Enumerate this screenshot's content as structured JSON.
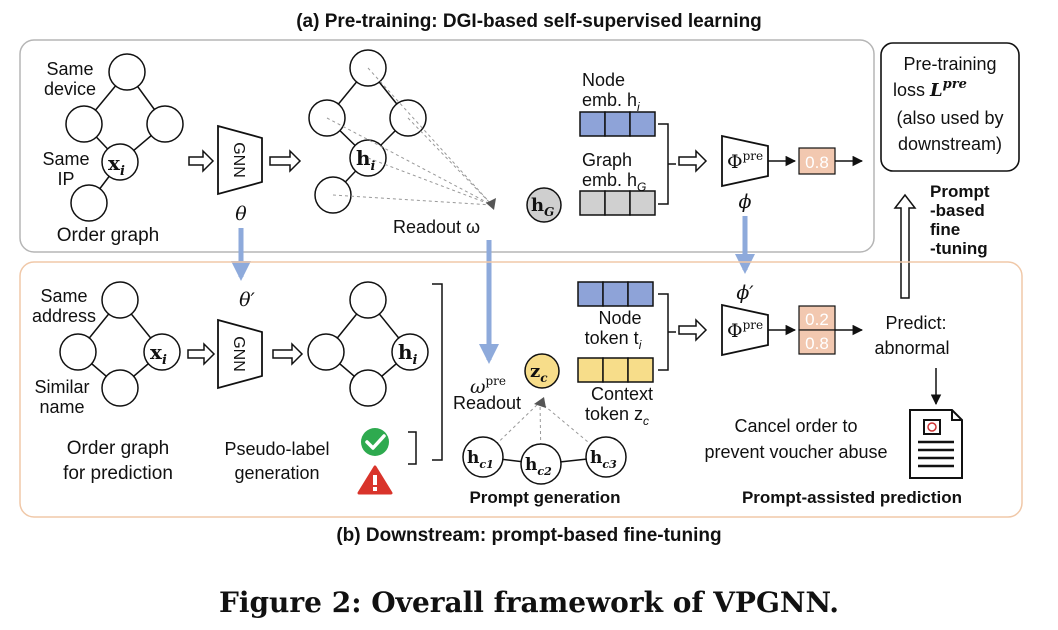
{
  "panel_a": {
    "title": "(a) Pre-training: DGI-based self-supervised learning",
    "same_device": [
      "Same",
      "device"
    ],
    "same_ip": [
      "Same",
      "IP"
    ],
    "node_xi": "x",
    "node_xi_sub": "i",
    "order_graph": "Order graph",
    "gnn": "GNN",
    "theta": "θ",
    "node_hi": "h",
    "node_hi_sub": "i",
    "readout": "Readout ω",
    "hg": "h",
    "hg_sub": "G",
    "node_emb": [
      "Node",
      "emb. h"
    ],
    "node_emb_sub": "i",
    "graph_emb": [
      "Graph",
      "emb. h"
    ],
    "graph_emb_sub": "G",
    "phi_box": "Φ",
    "phi_sup": "pre",
    "phi": "ϕ",
    "score": "0.8"
  },
  "loss_box": {
    "lines": [
      "Pre-training",
      "loss ",
      "(also used by",
      "downstream)"
    ],
    "loss_symbol": "L",
    "loss_sup": "pre"
  },
  "side_label": [
    "Prompt",
    "-based",
    "fine",
    "-tuning"
  ],
  "panel_b": {
    "title": "(b) Downstream: prompt-based fine-tuning",
    "same_address": [
      "Same",
      "address"
    ],
    "similar_name": [
      "Similar",
      "name"
    ],
    "node_xi": "x",
    "node_xi_sub": "i",
    "order_graph": [
      "Order graph",
      "for prediction"
    ],
    "gnn": "GNN",
    "theta_prime": "θ′",
    "node_hi": "h",
    "node_hi_sub": "i",
    "pseudo_label": [
      "Pseudo-label",
      "generation"
    ],
    "omega_pre": "ω",
    "omega_sup": "pre",
    "readout": "Readout",
    "zc": "z",
    "zc_sub": "c",
    "hc_main": "h",
    "hc1_sub": "c1",
    "hc2_sub": "c2",
    "hc3_sub": "c3",
    "prompt_generation": "Prompt generation",
    "node_token": [
      "Node",
      "token t"
    ],
    "node_token_sub": "i",
    "context_token": [
      "Context",
      "token z"
    ],
    "context_token_sub": "c",
    "phi_prime": "ϕ′",
    "phi_box": "Φ",
    "phi_sup": "pre",
    "score_top": "0.2",
    "score_bottom": "0.8",
    "predict": [
      "Predict:",
      "abnormal"
    ],
    "cancel": [
      "Cancel order to",
      "prevent voucher abuse"
    ],
    "assisted": "Prompt-assisted prediction"
  },
  "caption": "Figure 2: Overall framework of VPGNN.",
  "colors": {
    "node_emb": "#8ea3d8",
    "graph_emb": "#d0d0d0",
    "context_token": "#f7dd8a",
    "score": "#f2c8b0",
    "arrow_blue": "#8eaadb",
    "check": "#2eaa4f",
    "warn": "#d9342b"
  }
}
